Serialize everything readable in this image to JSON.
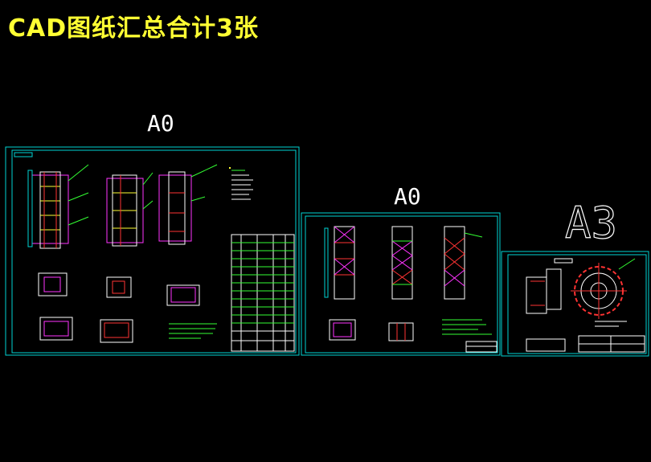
{
  "title": "CAD图纸汇总合计3张",
  "sheets": [
    {
      "label": "A0"
    },
    {
      "label": "A0"
    },
    {
      "label": "A3"
    }
  ],
  "colors": {
    "title": "#ffff33",
    "frame": "#00d4d4",
    "magenta": "#ff33ff",
    "red": "#ff3333",
    "white": "#ffffff",
    "green": "#33ff33",
    "yellow": "#ffff33",
    "blue": "#3355ff"
  }
}
